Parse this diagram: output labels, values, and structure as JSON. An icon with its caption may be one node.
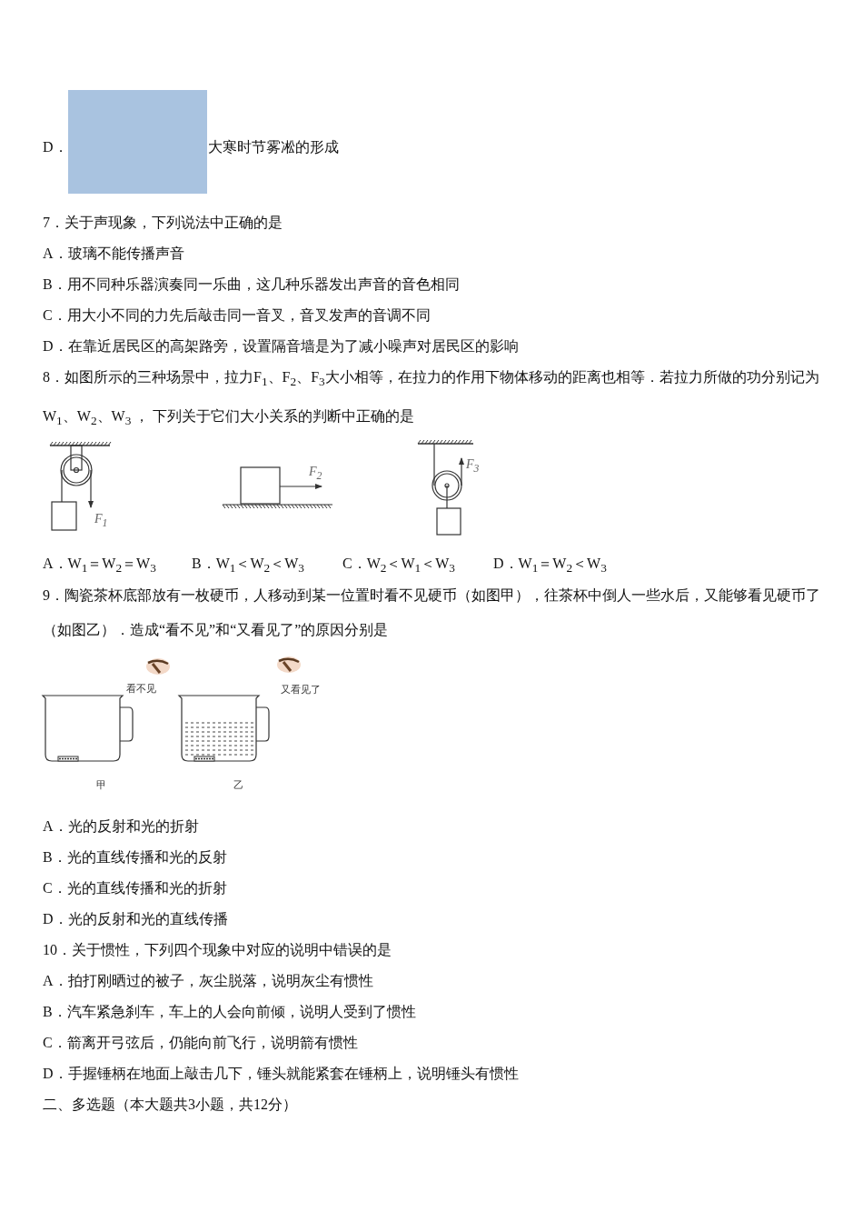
{
  "diagram": {
    "labels": [
      "D．",
      "大寒时节雾凇的形成",
      "7．关于声现象，下列说法中正确的是",
      "A．玻璃不能传播声音",
      "B．用不同种乐器演奏同一乐曲，这几种乐器发出声音的音色相同",
      "C．用大小不同的力先后敲击同一音叉，音叉发声的音调不同",
      "D．在靠近居民区的高架路旁，设置隔音墙是为了减小噪声对居民区的影响",
      "8．如图所示的三种场景中，拉力F$_{1}$、F$_{2}$、F$_{3}$大小相等，在拉力的作用下物体移动的距离也相等．若拉力所做的功分别记为W$_{1}$、W$_{2}$、W$_{3}$ ， 下列关于它们大小关系的判断中正确的是",
      "F$_{1}$",
      "F$_{2}$",
      "F$_{3}$",
      "A．W$_{1}$＝W$_{2}$＝W$_{3}$",
      "B．W$_{1}$＜W$_{2}$＜W$_{3}$",
      "C．W$_{2}$＜W$_{1}$＜W$_{3}$",
      "D．W$_{1}$＝W$_{2}$＜W$_{3}$",
      "9．陶瓷茶杯底部放有一枚硬币，人移动到某一位置时看不见硬币（如图甲），往茶杯中倒人一些水后，又能够看见硬币了（如图乙）．造成“看不见”和“又看见了”的原因分别是",
      "看不见",
      "又看见了",
      "甲",
      "乙",
      "A．光的反射和光的折射",
      "B．光的直线传播和光的反射",
      "C．光的直线传播和光的折射",
      "D．光的反射和光的直线传播",
      "10．关于惯性，下列四个现象中对应的说明中错误的是",
      "A．拍打刚晒过的被子，灰尘脱落，说明灰尘有惯性",
      "B．汽车紧急刹车，车上的人会向前倾，说明人受到了惯性",
      "C．箭离开弓弦后，仍能向前飞行，说明箭有惯性",
      "D．手握锤柄在地面上敲击几下，锤头就能紧套在锤柄上，说明锤头有惯性",
      "二、多选题（本大题共3小题，共12分）"
    ]
  }
}
